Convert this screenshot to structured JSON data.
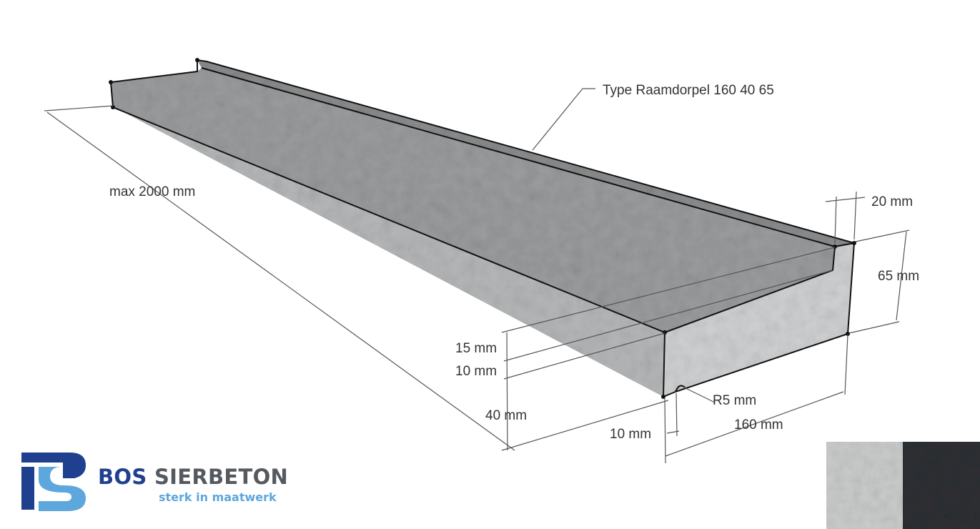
{
  "diagram": {
    "type_label": "Type Raamdorpel 160 40 65",
    "dim_length": "max 2000 mm",
    "dim_20": "20 mm",
    "dim_65": "65 mm",
    "dim_15": "15 mm",
    "dim_10a": "10 mm",
    "dim_40": "40 mm",
    "dim_r5": "R5 mm",
    "dim_10b": "10 mm",
    "dim_160": "160 mm"
  },
  "brand": {
    "name_part1": "BOS",
    "name_part2": "SIERBETON",
    "tagline": "sterk in maatwerk",
    "colors": {
      "primary": "#1f3f8f",
      "accent": "#5ea7dc"
    }
  },
  "swatches": [
    {
      "name": "light-grey",
      "color": "#c9cbca"
    },
    {
      "name": "anthracite",
      "color": "#2e3033"
    }
  ]
}
